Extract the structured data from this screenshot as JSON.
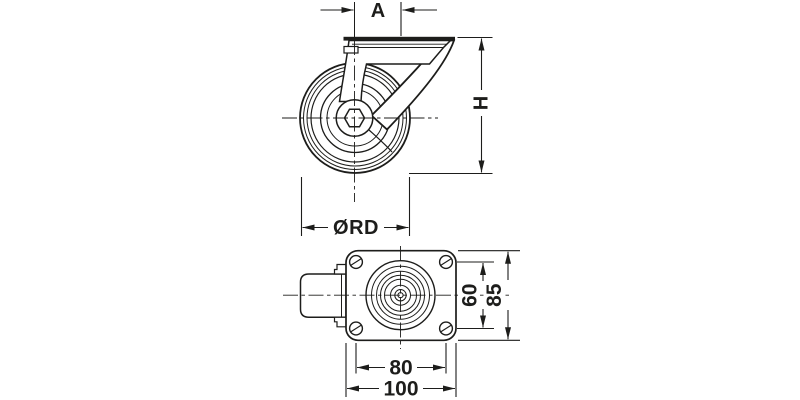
{
  "drawing": {
    "colors": {
      "line": "#1d1d1b",
      "background": "#ffffff"
    },
    "side_view": {
      "offset_label": "A",
      "height_label": "H",
      "wheel_diameter_label": "ØRD"
    },
    "plan_view": {
      "hole_pitch_depth_label": "60",
      "plate_depth_label": "85",
      "hole_pitch_width_label": "80",
      "plate_width_label": "100"
    }
  }
}
